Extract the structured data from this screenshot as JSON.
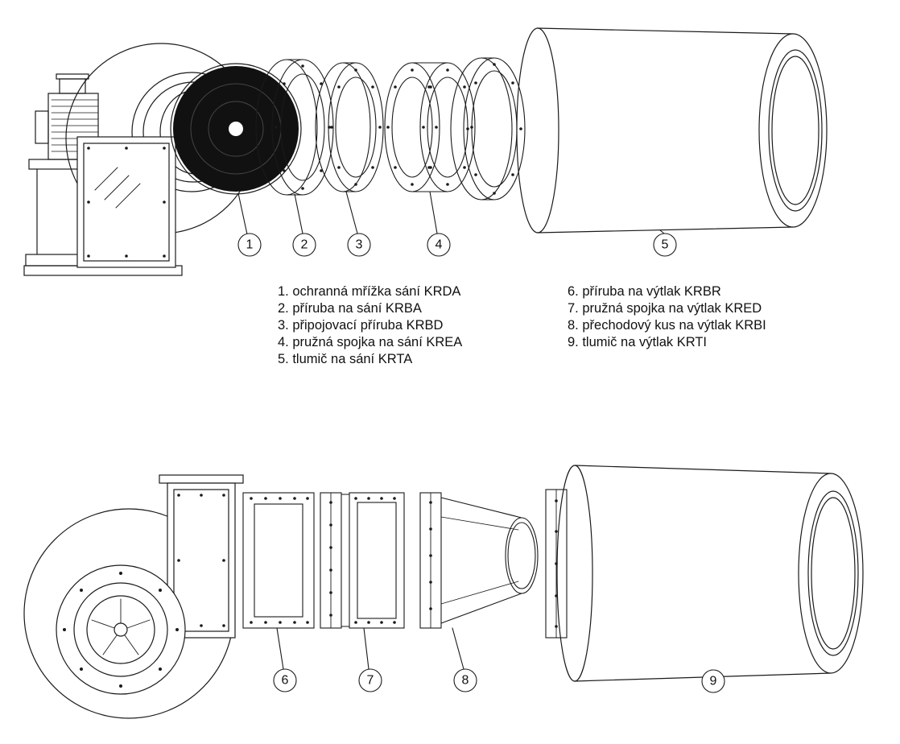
{
  "diagram": {
    "background_color": "#ffffff",
    "line_color": "#1a1a1a",
    "grille_fill_color": "#111111"
  },
  "legend": {
    "left_items": [
      "1. ochranná mřížka sání KRDA",
      "2. příruba na sání KRBA",
      "3. připojovací příruba KRBD",
      "4. pružná spojka na sání KREA",
      "5. tlumič na sání KRTA"
    ],
    "right_items": [
      "6. příruba na výtlak KRBR",
      "7. pružná spojka na výtlak KRED",
      "8. přechodový kus na výtlak KRBI",
      "9. tlumič na výtlak KRTI"
    ]
  },
  "callouts": {
    "top": [
      {
        "label": "1"
      },
      {
        "label": "2"
      },
      {
        "label": "3"
      },
      {
        "label": "4"
      },
      {
        "label": "5"
      }
    ],
    "bottom": [
      {
        "label": "6"
      },
      {
        "label": "7"
      },
      {
        "label": "8"
      },
      {
        "label": "9"
      }
    ]
  }
}
